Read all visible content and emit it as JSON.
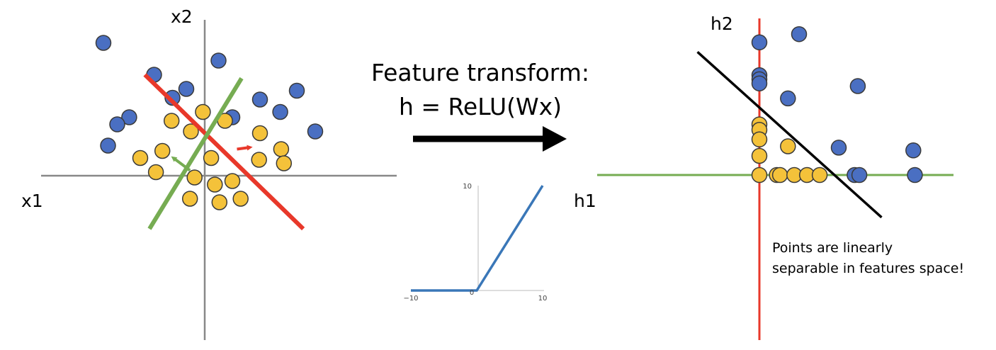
{
  "colors": {
    "blue": "#4a6fc2",
    "yellow": "#f4c23a",
    "red": "#e8382a",
    "green": "#76ac52",
    "axis": "#888888",
    "relu": "#3a77b8",
    "marker_stroke": "#3a3a3a"
  },
  "left_plot": {
    "x_label": "x1",
    "y_label": "x2",
    "blue_points": [
      [
        -11.0,
        7.5
      ],
      [
        -5.5,
        5.7
      ],
      [
        1.5,
        6.5
      ],
      [
        -2.0,
        4.9
      ],
      [
        -3.5,
        4.4
      ],
      [
        6.0,
        4.3
      ],
      [
        10.0,
        4.8
      ],
      [
        8.2,
        3.6
      ],
      [
        -8.2,
        3.3
      ],
      [
        3.0,
        3.3
      ],
      [
        -9.5,
        2.9
      ],
      [
        12.0,
        2.5
      ],
      [
        -10.5,
        1.7
      ]
    ],
    "yellow_points": [
      [
        -0.2,
        3.6
      ],
      [
        -3.6,
        3.1
      ],
      [
        2.2,
        3.1
      ],
      [
        -1.5,
        2.5
      ],
      [
        6.0,
        2.4
      ],
      [
        -4.6,
        1.4
      ],
      [
        8.3,
        1.5
      ],
      [
        -7.0,
        1.0
      ],
      [
        0.7,
        1.0
      ],
      [
        5.9,
        0.9
      ],
      [
        8.6,
        0.7
      ],
      [
        -5.3,
        0.2
      ],
      [
        -1.1,
        -0.1
      ],
      [
        1.1,
        -0.5
      ],
      [
        3.0,
        -0.3
      ],
      [
        -1.6,
        -1.3
      ],
      [
        1.6,
        -1.5
      ],
      [
        3.9,
        -1.3
      ]
    ],
    "red_line": {
      "from": [
        -6.5,
        5.7
      ],
      "to": [
        10.7,
        -3.0
      ]
    },
    "green_line": {
      "from": [
        -6.0,
        -3.0
      ],
      "to": [
        4.0,
        5.5
      ]
    },
    "red_arrow": {
      "from": [
        3.5,
        1.5
      ],
      "to": [
        4.9,
        1.6
      ]
    },
    "green_arrow": {
      "from": [
        -1.6,
        0.3
      ],
      "to": [
        -3.4,
        1.0
      ]
    }
  },
  "center": {
    "title_line1": "Feature transform:",
    "title_line2": "h = ReLU(Wx)"
  },
  "relu_chart": {
    "x_ticks": [
      "−10",
      "0",
      "10"
    ],
    "y_ticks": [
      "10"
    ],
    "xlim": [
      -10,
      10
    ],
    "ylim": [
      0,
      10
    ]
  },
  "right_plot": {
    "x_label": "h1",
    "y_label": "h2",
    "blue_points": [
      [
        0.0,
        9.7
      ],
      [
        2.5,
        10.3
      ],
      [
        0.0,
        7.3
      ],
      [
        0.0,
        7.0
      ],
      [
        0.0,
        6.7
      ],
      [
        1.8,
        5.6
      ],
      [
        6.2,
        6.5
      ],
      [
        5.0,
        2.0
      ],
      [
        9.7,
        1.8
      ],
      [
        6.0,
        0.0
      ],
      [
        6.3,
        0.0
      ],
      [
        9.8,
        0.0
      ]
    ],
    "yellow_points": [
      [
        0.0,
        3.7
      ],
      [
        0.0,
        3.3
      ],
      [
        0.0,
        2.6
      ],
      [
        0.0,
        1.4
      ],
      [
        1.8,
        2.1
      ],
      [
        0.0,
        0.0
      ],
      [
        1.1,
        0.0
      ],
      [
        1.3,
        0.0
      ],
      [
        2.2,
        0.0
      ],
      [
        3.0,
        0.0
      ],
      [
        3.8,
        0.0
      ]
    ],
    "separator": {
      "from": [
        -3.9,
        9.0
      ],
      "to": [
        7.7,
        -3.1
      ]
    },
    "note_line1": "Points are linearly",
    "note_line2": "separable in features space!"
  }
}
